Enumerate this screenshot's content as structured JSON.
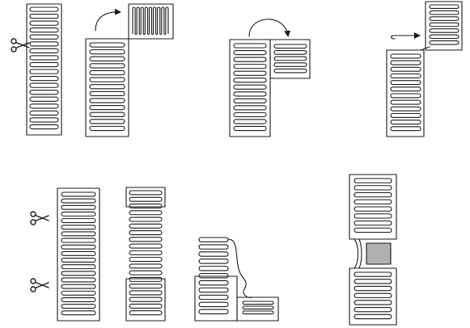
{
  "diagram": {
    "kind": "heating-mat installation steps",
    "colors": {
      "stroke": "#1a1a1a",
      "background": "#ffffff",
      "obstacle_fill": "#b0b0b0"
    },
    "icons": [
      "scissors-icon",
      "arrow-icon"
    ],
    "steps": [
      {
        "id": "cut-mat"
      },
      {
        "id": "rotate-upper-section-vertical"
      },
      {
        "id": "flip-section-over"
      },
      {
        "id": "shift-section-sideways"
      },
      {
        "id": "two-cut-points"
      },
      {
        "id": "separated-pieces"
      },
      {
        "id": "reposition-pieces"
      },
      {
        "id": "bypass-obstacle"
      }
    ]
  }
}
